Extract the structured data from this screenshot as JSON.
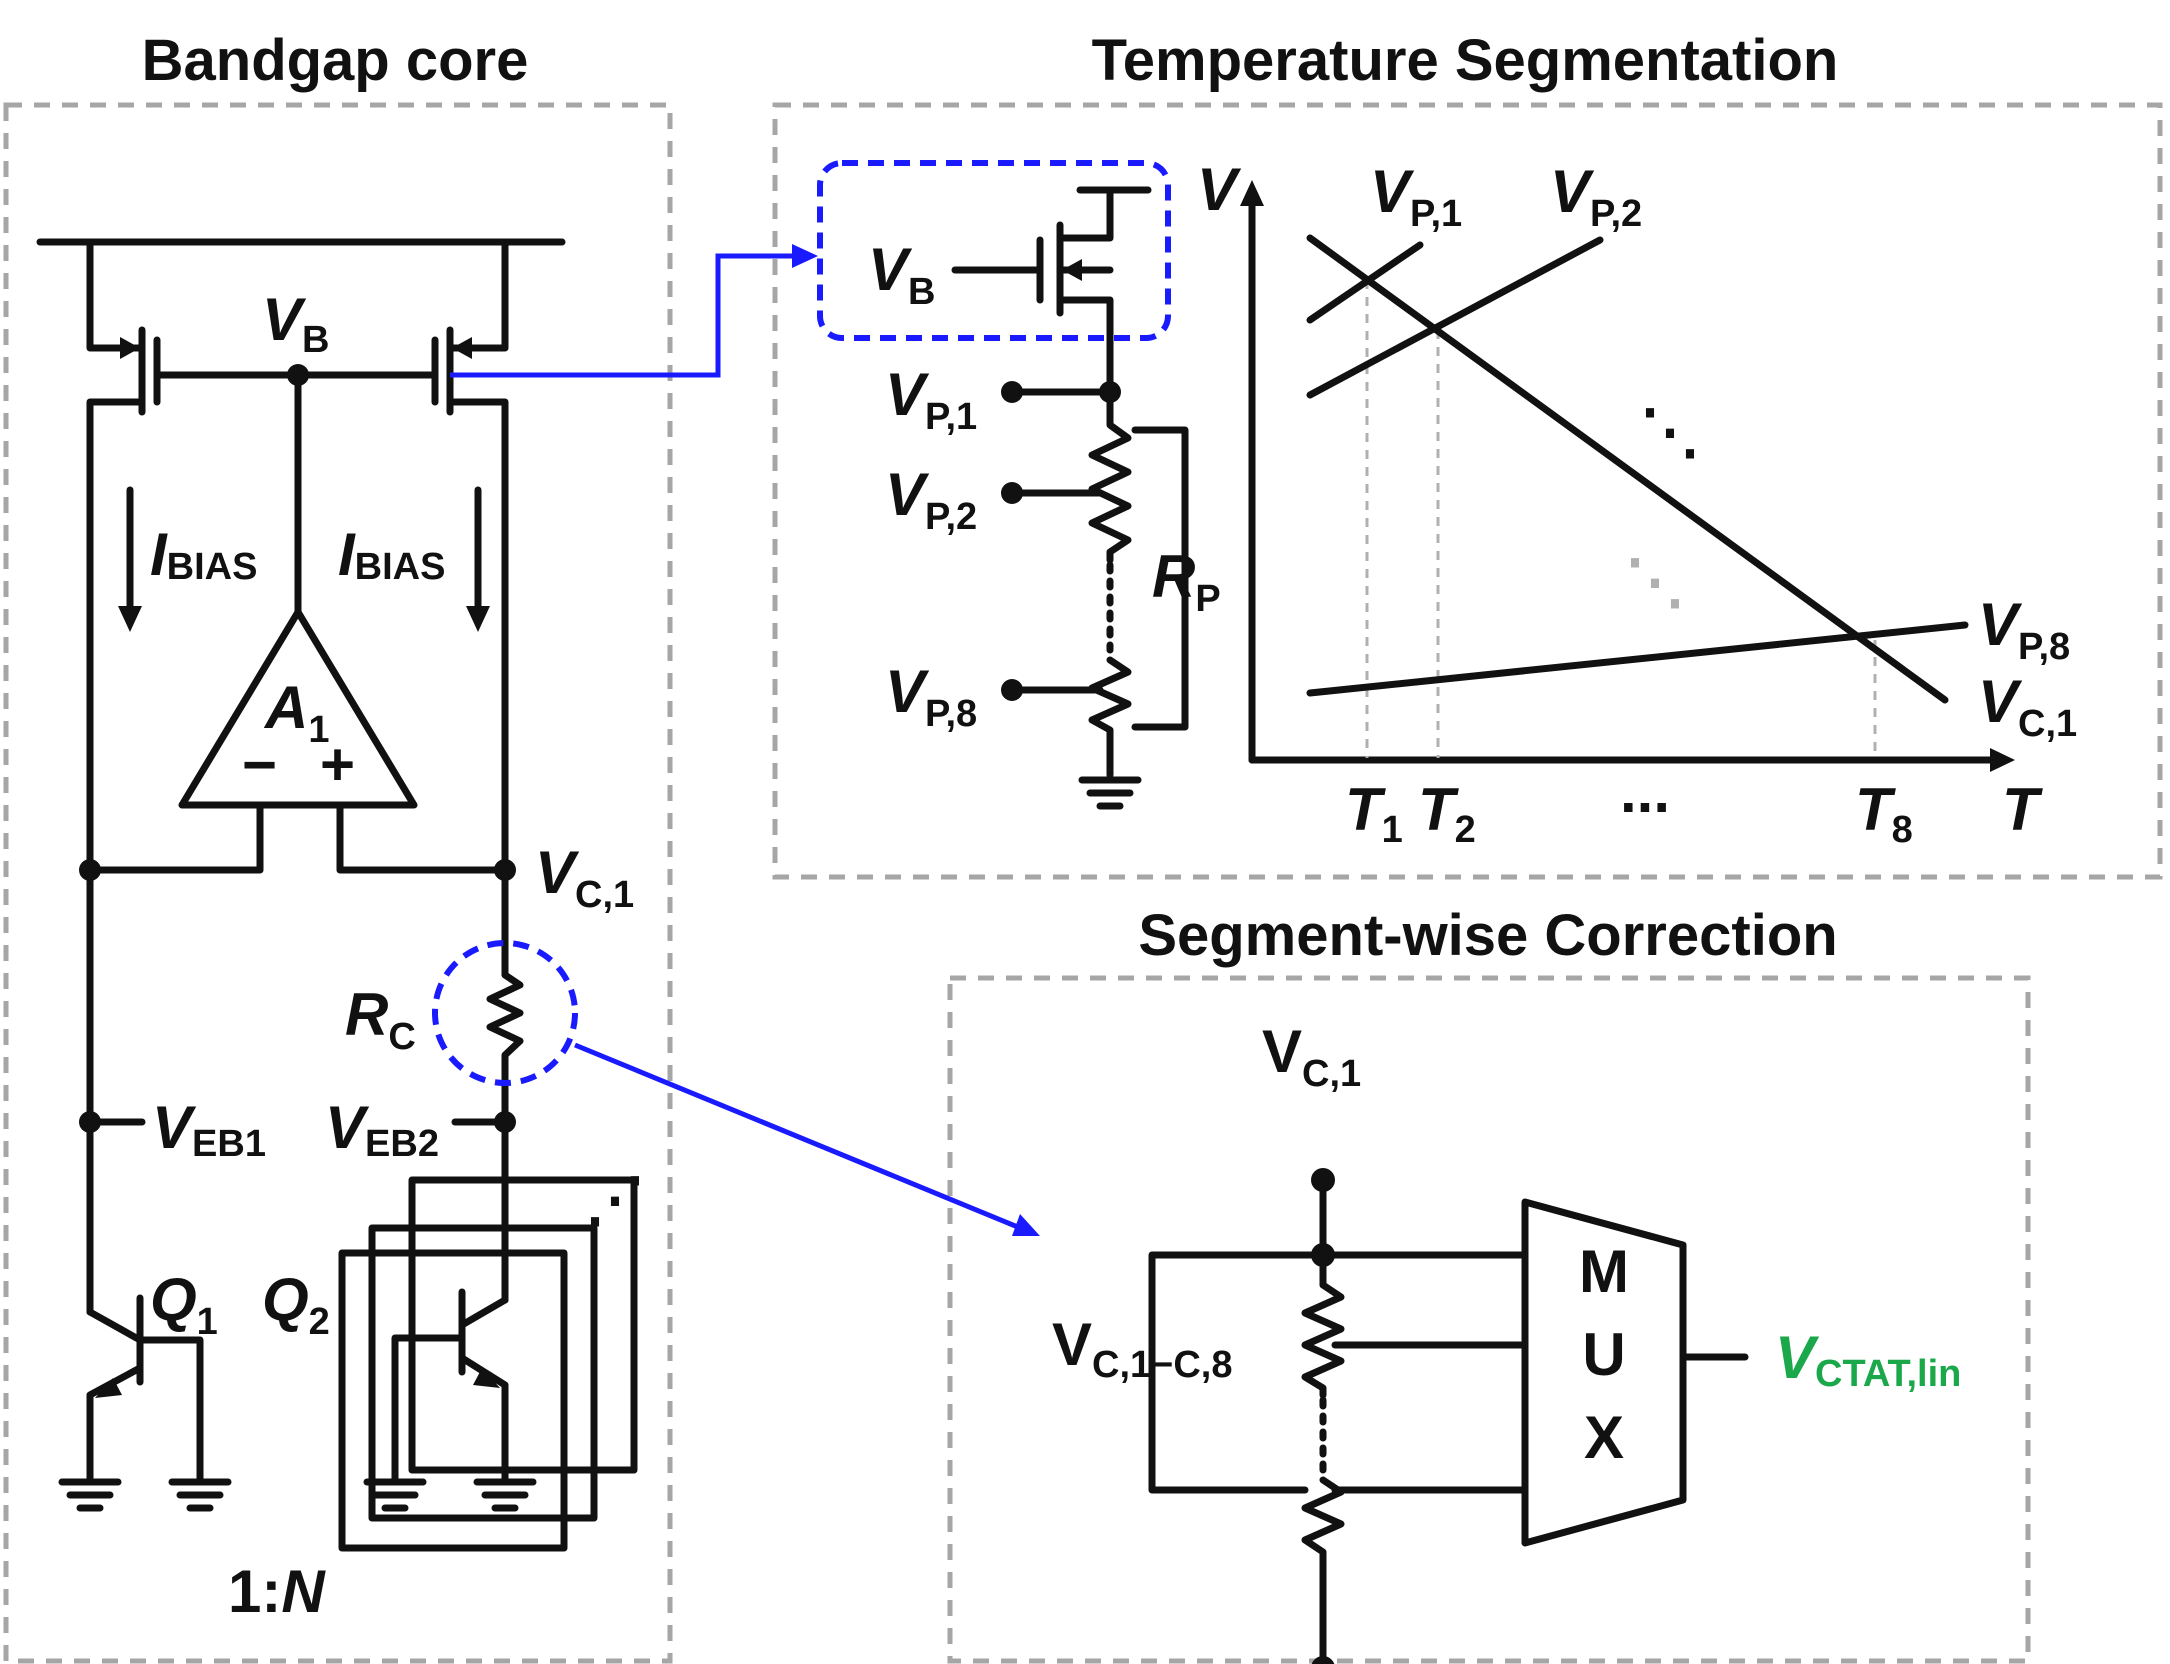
{
  "titles": {
    "bandgap_core": "Bandgap core",
    "temperature_segmentation": "Temperature Segmentation",
    "segment_wise_correction": "Segment-wise Correction"
  },
  "bandgap": {
    "vb": {
      "main": "V",
      "sub": "B"
    },
    "ibias_left": {
      "main": "I",
      "sub": "BIAS"
    },
    "ibias_right": {
      "main": "I",
      "sub": "BIAS"
    },
    "amp": {
      "main": "A",
      "sub": "1"
    },
    "amp_minus": "−",
    "amp_plus": "+",
    "vc1": {
      "main": "V",
      "sub": "C,1"
    },
    "rc": {
      "main": "R",
      "sub": "C"
    },
    "veb1": {
      "main": "V",
      "sub": "EB1"
    },
    "veb2": {
      "main": "V",
      "sub": "EB2"
    },
    "q1": {
      "main": "Q",
      "sub": "1"
    },
    "q2": {
      "main": "Q",
      "sub": "2"
    },
    "ratio": {
      "prefix": "1:",
      "n": "N"
    }
  },
  "segmentation": {
    "vb": {
      "main": "V",
      "sub": "B"
    },
    "taps": [
      {
        "main": "V",
        "sub": "P,1"
      },
      {
        "main": "V",
        "sub": "P,2"
      },
      {
        "main": "V",
        "sub": "P,8"
      }
    ],
    "rp": {
      "main": "R",
      "sub": "P"
    },
    "graph": {
      "y_axis": "V",
      "x_axis": "T",
      "line_labels": {
        "vp1": {
          "main": "V",
          "sub": "P,1"
        },
        "vp2": {
          "main": "V",
          "sub": "P,2"
        },
        "vp8": {
          "main": "V",
          "sub": "P,8"
        },
        "vc1": {
          "main": "V",
          "sub": "C,1"
        }
      },
      "ticks": [
        {
          "main": "T",
          "sub": "1"
        },
        {
          "main": "T",
          "sub": "2"
        },
        {
          "main": "T",
          "sub": "8"
        }
      ],
      "ellipsis": "..."
    }
  },
  "correction": {
    "vc1": {
      "main": "V",
      "sub": "C,1"
    },
    "vc_range": {
      "main": "V",
      "sub": "C,1−C,8"
    },
    "mux_letters": [
      "M",
      "U",
      "X"
    ],
    "output": {
      "main": "V",
      "sub": "CTAT,lin"
    },
    "output_color": "#1aa84a"
  },
  "colors": {
    "highlight": "#1a1aff",
    "box": "#a6a6a6"
  }
}
